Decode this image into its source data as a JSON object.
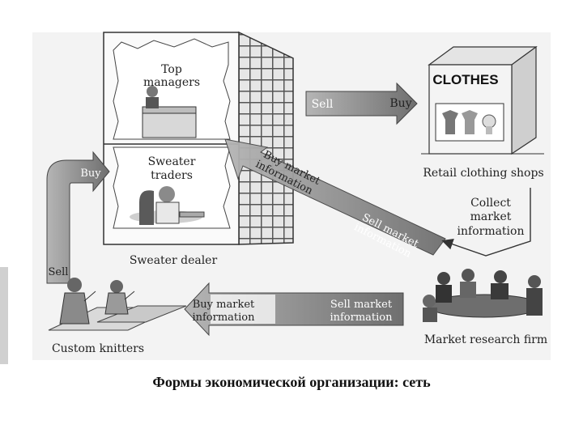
{
  "diagram": {
    "dealer": {
      "name": "Sweater dealer",
      "top_floor": [
        "Top",
        "managers"
      ],
      "bottom_floor": [
        "Sweater",
        "traders"
      ]
    },
    "shop": {
      "sign": "CLOTHES",
      "name": "Retail clothing shops"
    },
    "research": {
      "name": "Market research firm"
    },
    "knitters": {
      "name": "Custom knitters"
    },
    "arrows": {
      "dealer_to_shop": {
        "left": "Sell",
        "right": "Buy"
      },
      "knitters_to_dealer": {
        "top": "Buy",
        "bottom": "Sell"
      },
      "research_to_dealer": {
        "near_dealer": [
          "Buy market",
          "information"
        ],
        "near_firm": [
          "Sell market",
          "information"
        ]
      },
      "shop_to_research": [
        "Collect",
        "market",
        "information"
      ],
      "research_to_knitters": {
        "left": [
          "Buy market",
          "information"
        ],
        "right": [
          "Sell market",
          "information"
        ]
      }
    },
    "colors": {
      "arrow_fill": "#8a8a8a",
      "line": "#333333",
      "background": "#f2f2f2"
    }
  },
  "caption": "Формы экономической организации: сеть"
}
